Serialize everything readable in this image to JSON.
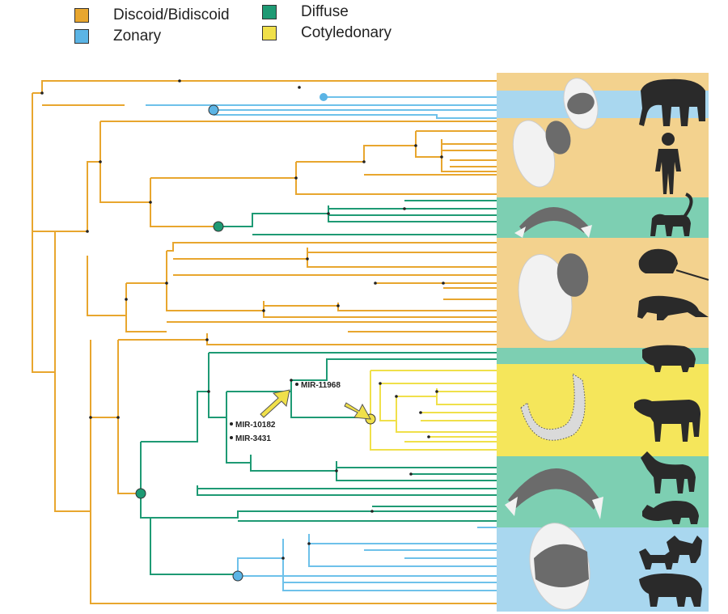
{
  "legend": {
    "items": [
      {
        "label": "Discoid/Bidiscoid",
        "color": "#E8A62E"
      },
      {
        "label": "Zonary",
        "color": "#5BB4E5"
      },
      {
        "label": "Diffuse",
        "color": "#1E9A74"
      },
      {
        "label": "Cotyledonary",
        "color": "#F0E04A"
      }
    ]
  },
  "annotations": {
    "mir_11968": "MIR-11968",
    "mir_10182": "MIR-10182",
    "mir_3431": "MIR-3431"
  },
  "colors": {
    "discoid_line": "#E8A62E",
    "zonary_line": "#6EC1EA",
    "diffuse_line": "#1E9A74",
    "cotyledonary_line": "#F0E04A",
    "band_orange": "#F3D28E",
    "band_blue": "#A9D7EF",
    "band_teal": "#7DCFB2",
    "band_yellow": "#F5E65B",
    "arrow": "#F0E04A",
    "silhouette": "#2A2A2A"
  },
  "icons": [
    "elephant-icon",
    "human-icon",
    "lemur-icon",
    "rodent-icon",
    "otter-icon",
    "pig-icon",
    "cow-icon",
    "horse-icon",
    "rhino-icon",
    "dogs-icon",
    "bear-icon",
    "placenta-discoid-icon",
    "placenta-zonary-icon",
    "placenta-diffuse-icon",
    "placenta-cotyledonary-icon"
  ]
}
